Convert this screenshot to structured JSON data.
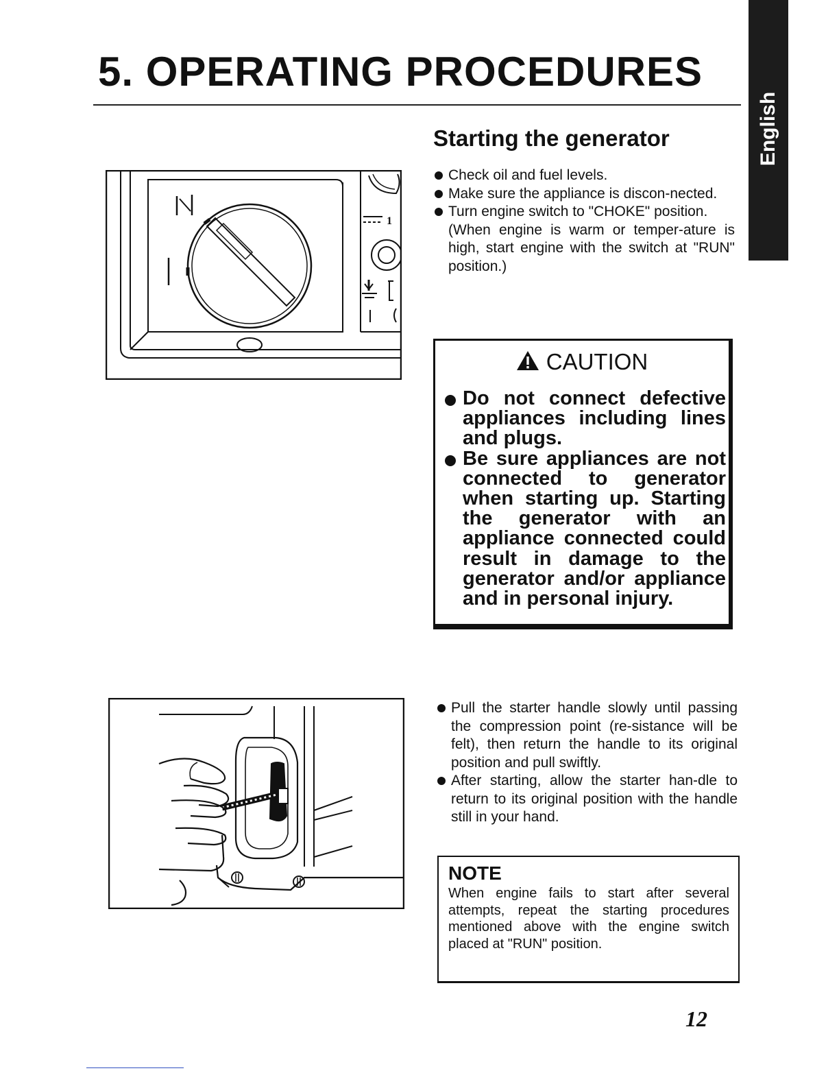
{
  "header": {
    "title": "5. OPERATING PROCEDURES",
    "language_tab": "English"
  },
  "section": {
    "title": "Starting the generator",
    "bullets": [
      "Check oil and fuel levels.",
      "Make sure the appliance is discon-nected.",
      "Turn engine switch to \"CHOKE\" position."
    ],
    "warm_note": "(When engine is warm or temper-ature is high, start engine with the switch at \"RUN\" position.)"
  },
  "caution": {
    "title": "CAUTION",
    "items": [
      "Do not connect defective appliances including lines and plugs.",
      "Be sure appliances are not connected to generator when starting up. Starting the generator with an appliance connected could result in damage to the generator and/or appliance and in personal injury."
    ]
  },
  "starter": {
    "bullets": [
      "Pull the starter handle slowly until passing the compression point (re-sistance will be felt), then return the handle to its original position and pull swiftly.",
      "After starting, allow the starter han-dle to return to its original position with the handle still in your hand."
    ]
  },
  "note": {
    "title": "NOTE",
    "text": "When engine fails to start after several attempts, repeat the starting procedures mentioned above with the engine switch placed at \"RUN\" position."
  },
  "figure1": {
    "label_1": "1"
  },
  "footer": {
    "page_number": "12"
  }
}
